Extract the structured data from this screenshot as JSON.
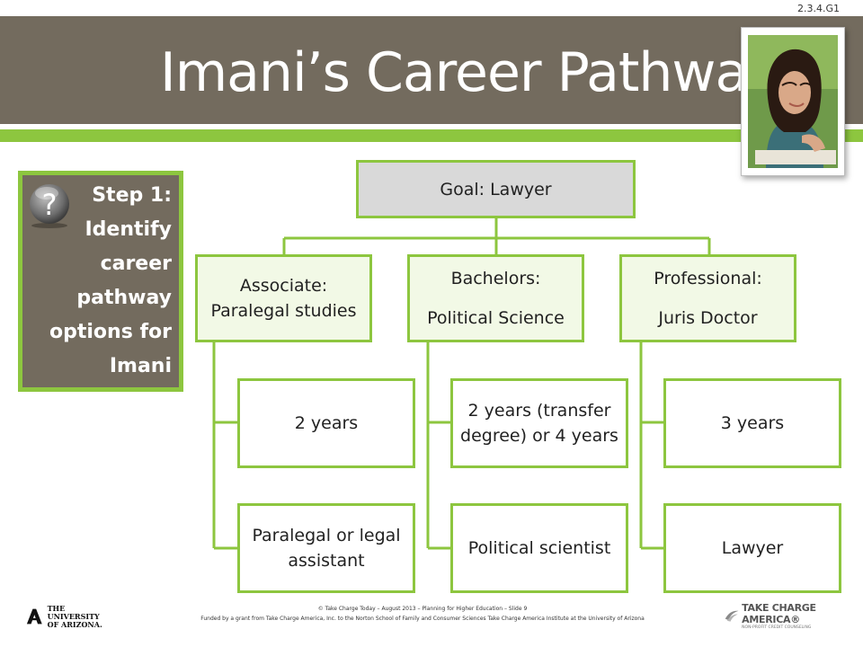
{
  "slide_code": "2.3.4.G1",
  "title": "Imani’s Career Pathway",
  "step": {
    "text": "Step 1: Identify career pathway options for Imani",
    "icon": "question-mark-icon"
  },
  "tree": {
    "root": "Goal: Lawyer",
    "branches": [
      {
        "line1": "Associate:",
        "line2": "Paralegal studies",
        "duration": "2 years",
        "career": "Paralegal or legal assistant"
      },
      {
        "line1": "Bachelors:",
        "line2": "Political Science",
        "duration": "2 years (transfer degree) or 4 years",
        "career": "Political scientist"
      },
      {
        "line1": "Professional:",
        "line2": "Juris Doctor",
        "duration": "3 years",
        "career": "Lawyer"
      }
    ]
  },
  "footer": {
    "line1": "© Take Charge Today – August 2013 – Planning for Higher Education – Slide 9",
    "line2": "Funded by a grant from Take Charge America, Inc. to the Norton School of Family and Consumer Sciences Take Charge America Institute at the University of Arizona"
  },
  "logos": {
    "left_line1": "THE UNIVERSITY",
    "left_line2": "OF ARIZONA.",
    "right_main": "TAKE CHARGE AMERICA®",
    "right_sub": "NON-PROFIT CREDIT COUNSELING"
  },
  "colors": {
    "title_bar": "#736b5e",
    "accent_green": "#8dc63f",
    "root_fill": "#d9d9d9",
    "level1_fill": "#f2f9e6"
  }
}
